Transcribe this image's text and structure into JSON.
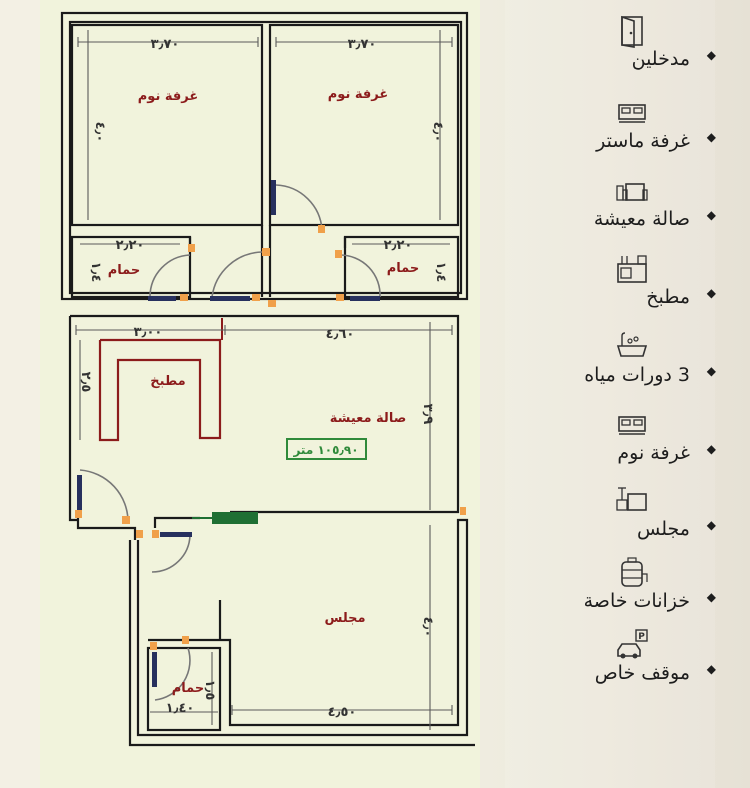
{
  "plan": {
    "rooms": {
      "bedroom_1": "غرفة نوم",
      "bedroom_2": "غرفة نوم",
      "bath_left": "حمام",
      "bath_right": "حمام",
      "bath_bottom": "حمام",
      "kitchen": "مطبخ",
      "living": "صالة معيشة",
      "majlis": "مجلس"
    },
    "area_label": "١٠٥٫٩٠ متر",
    "dimensions": {
      "top_left_width": "٣٫٧٠",
      "top_right_width": "٣٫٧٠",
      "bedroom_left_height": "٤٫٠",
      "bedroom_right_height": "٤٫٠",
      "bath_left_width": "٢٫٢٠",
      "bath_left_height": "١٫٤",
      "bath_right_width": "٢٫٢٠",
      "bath_right_height": "١٫٤",
      "kitchen_width": "٣٫٠٠",
      "living_width": "٤٫٦٠",
      "kitchen_height": "٢٫٥",
      "living_height": "٣٫٩",
      "majlis_height": "٤٫٠",
      "majlis_width": "٤٫٥٠",
      "bath_bottom_width": "١٫٤٠",
      "bath_bottom_height": "١٫٥"
    }
  },
  "features": [
    {
      "icon": "door-icon",
      "text": "مدخلين"
    },
    {
      "icon": "bed-icon",
      "text": "غرفة ماستر"
    },
    {
      "icon": "armchair-icon",
      "text": "صالة معيشة"
    },
    {
      "icon": "kitchen-icon",
      "text": "مطبخ"
    },
    {
      "icon": "bathtub-icon",
      "text": "3 دورات مياه"
    },
    {
      "icon": "bed-icon",
      "text": "غرفة نوم"
    },
    {
      "icon": "sofa-icon",
      "text": "مجلس"
    },
    {
      "icon": "water-tank-icon",
      "text": "خزانات خاصة"
    },
    {
      "icon": "parking-icon",
      "text": "موقف خاص"
    }
  ],
  "colors": {
    "label_red": "#8c1b1b",
    "area_green": "#2f8a3a",
    "door_orange": "#f0a04a",
    "window_blue": "#27305e"
  }
}
